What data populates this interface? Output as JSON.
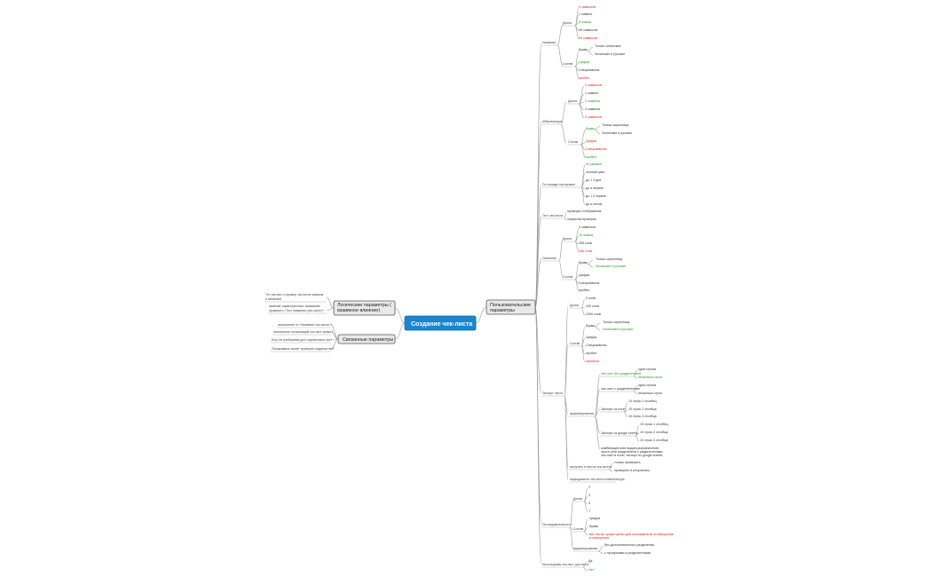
{
  "root": "Создание чек-листа",
  "branches": [
    {
      "label": "Пользовательские параметры"
    },
    {
      "label": "Логические параметры ( взаимное влияние)"
    },
    {
      "label": "Связанные параметры"
    }
  ],
  "left_notes": [
    {
      "lines": [
        "Тот чек-лист и  пример чек-листа связаны",
        "в забавный"
      ]
    },
    {
      "lines": [
        "изменяй характеристики, называние",
        "проверить «Тест названия (чек-лист)»?"
      ]
    },
    {
      "lines": [
        "исключение от «Название чек-листа»?"
      ]
    },
    {
      "lines": [
        "исключение отсылающий чек-лист прямо?"
      ]
    },
    {
      "lines": [
        "Есть ли требования для сохранения в чек?"
      ]
    },
    {
      "lines": [
        "Показывание может проверка создания чек?"
      ]
    }
  ],
  "labels": {
    "name": "Название",
    "length": "Длина",
    "compose": "Состав",
    "abbr": "Аббревиатура",
    "order": "По порядку сортировки",
    "test": "Тест чек-листа",
    "desc": "Описание",
    "export": "Экспорт листа",
    "format": "форматирование",
    "history": "Последовательность",
    "use_in": "Используемы чек-лист для листа",
    "yes": "Да",
    "no": "Нет"
  },
  "leaves": {
    "n_len": [
      "0 символов",
      "1 символ",
      "8 знаков",
      "99 символов",
      "50 символов"
    ],
    "n_comp": [
      "Буквы",
      "Цифры",
      "Спецсимволы",
      "пробел"
    ],
    "n_letters": [
      "Только латинские",
      "Латинские и русские"
    ],
    "a_len": [
      "0 символов",
      "1 символ",
      "3 символа",
      "4 символа",
      "5 символов"
    ],
    "a_comp": [
      "Буквы",
      "Цифры",
      "Спецсимволы",
      "пробел"
    ],
    "a_letters": [
      "Только кириллица",
      "Латинские и русские"
    ],
    "order": [
      "не указано",
      "полный цикл",
      "до 1 3 дня",
      "до и первое",
      "до 1 2 первое",
      "до и потом"
    ],
    "test": [
      "проверки отображения",
      "первичны проверки"
    ],
    "d_len": [
      "0 символов",
      "15 знаков",
      "255 слов",
      "256 слов"
    ],
    "d_comp": [
      "Буквы",
      "Цифры",
      "Спецсимволы",
      "пробел"
    ],
    "d_letters": [
      "Только кириллица",
      "Латинские и русские"
    ],
    "e_len": [
      "0 слов",
      "100 слов",
      "1000 слов"
    ],
    "e_comp": [
      "Буквы",
      "Цифры",
      "Спецсимволы",
      "пробел",
      "картинка"
    ],
    "e_letters": [
      "Только кириллица",
      "Латинские и русские"
    ],
    "fmt_a": [
      "чек-лист без разделителей",
      "чек-лист с разделителями",
      "Экспорт из excel",
      "Экспорт из google sheets"
    ],
    "fmt_a_sub": [
      "одна строка",
      "несколько строк",
      "одна строка",
      "несколько строк"
    ],
    "fmt_excel": [
      "10 строк 1 столбец",
      "10 строк 2 столбца",
      "10 строк 3 столбца"
    ],
    "fmt_gs": [
      "10 строк 1 столбец",
      "10 строк 2 столбца",
      "10 строк 3 столбца"
    ],
    "fmt_note": [
      "комбинация всех видов разграничения",
      "листа (или разделителя с разделителями",
      "чек-лист в excel, экспорт из google sheets"
    ],
    "e_after": [
      "загрузить в список чек-листов",
      "подходимость чек-листа номенклатура"
    ],
    "e_after_sub": [
      "только проверить",
      "проверить в результаты"
    ],
    "h_len": [
      "2",
      "3",
      "5",
      "7"
    ],
    "h_comp": [
      "Цифры",
      "Буквы",
      "все числа, кроме целых для пользователя, в повторении"
    ],
    "h_fmt": [
      "без дополнительного разделения",
      "с пропусками и разделителями"
    ]
  }
}
